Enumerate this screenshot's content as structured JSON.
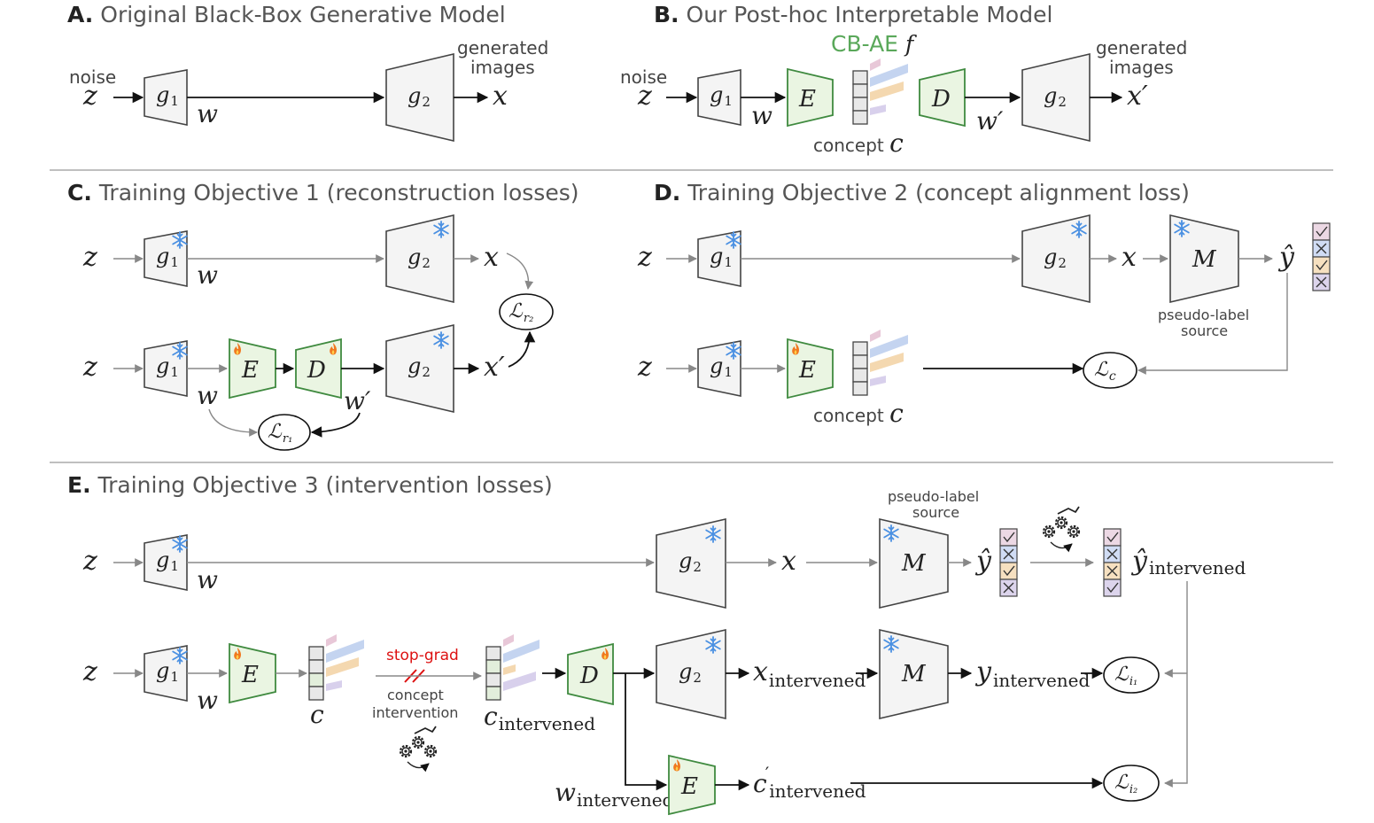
{
  "panels": {
    "a": {
      "letter": "A.",
      "title": "Original Black-Box Generative Model"
    },
    "b": {
      "letter": "B.",
      "title": "Our Post-hoc Interpretable Model"
    },
    "c": {
      "letter": "C.",
      "title": "Training Objective 1 (reconstruction losses)"
    },
    "d": {
      "letter": "D.",
      "title": "Training Objective 2 (concept alignment loss)"
    },
    "e": {
      "letter": "E.",
      "title": "Training Objective 3 (intervention losses)"
    }
  },
  "labels": {
    "noise": "noise",
    "generated_line1": "generated",
    "generated_line2": "images",
    "cbae": "CB-AE",
    "cbae_f": "f",
    "concept": "concept",
    "pseudo_line1": "pseudo-label",
    "pseudo_line2": "source",
    "stop_grad": "stop-grad",
    "intervention_line1": "concept",
    "intervention_line2": "intervention"
  },
  "symbols": {
    "z": "z",
    "w": "w",
    "w_prime": "w′",
    "x": "x",
    "x_prime": "x′",
    "c": "c",
    "g": "g",
    "one": "1",
    "two": "2",
    "E": "E",
    "D": "D",
    "M": "M",
    "y_hat": "ŷ",
    "y": "y",
    "L": "ℒ",
    "r1": "r₁",
    "r2": "r₂",
    "c_sub": "c",
    "i1": "i₁",
    "i2": "i₂",
    "intervened": "intervened"
  },
  "icons": {
    "frozen": "snowflake-icon",
    "trainable": "flame-icon",
    "intervention": "hand-gears-icon",
    "check": "checkmark-icon",
    "cross": "cross-icon"
  },
  "colors": {
    "frozen": "#4a90e2",
    "trainable": "#f07820",
    "green": "#3f8a3f",
    "stop_grad": "#dd1111",
    "concept_pink": "#e8c8d8",
    "concept_blue": "#c4d4f0",
    "concept_orange": "#f4d8b0",
    "concept_purple": "#d8d0ec",
    "label_pink": "#ecd8e4",
    "label_blue": "#d0dcf4",
    "label_orange": "#f6e0c0",
    "label_purple": "#dcd4ec"
  }
}
